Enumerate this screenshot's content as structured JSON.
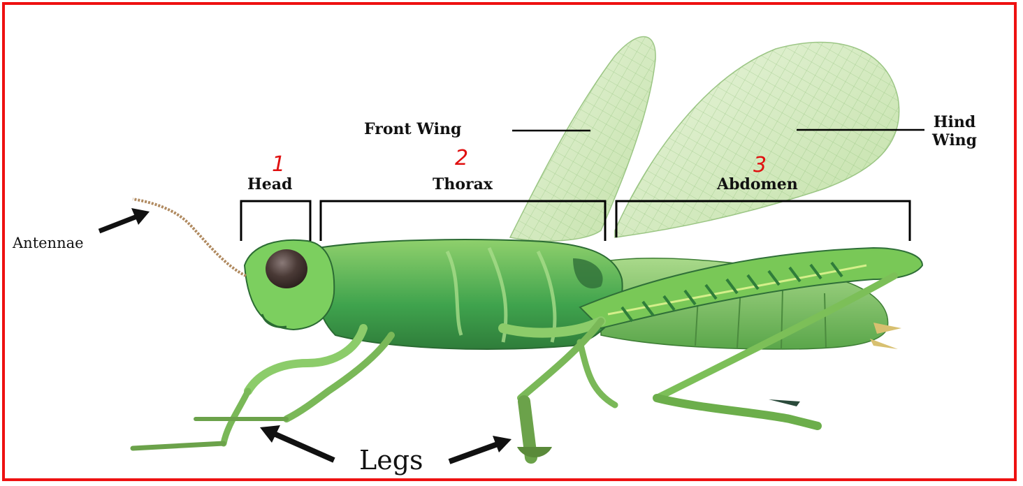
{
  "labels": {
    "antennae": "Antennae",
    "head": "Head",
    "thorax": "Thorax",
    "abdomen": "Abdomen",
    "front_wing": "Front Wing",
    "hind_wing_line1": "Hind",
    "hind_wing_line2": "Wing",
    "legs": "Legs"
  },
  "segment_numbers": {
    "head": "1",
    "thorax": "2",
    "abdomen": "3"
  },
  "colors": {
    "border": "#ee1111",
    "annotation_numbers": "#e01010",
    "body_green": "#5cb85c",
    "wing": "#cfe8b8",
    "eye": "#4a3a36",
    "antenna": "#b08a60"
  }
}
